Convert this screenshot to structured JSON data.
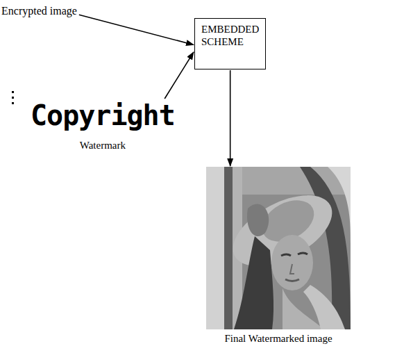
{
  "diagram": {
    "nodes": [
      {
        "text": [
          "Encrypted image"
        ]
      },
      {
        "text": [
          "EMBEDDED SCHEME"
        ]
      },
      {
        "text": [
          "Copyright",
          "Watermark"
        ]
      },
      {
        "text": [
          "Final Watermarked image"
        ]
      }
    ],
    "edges": [
      {
        "from": 0,
        "to": 1,
        "arrow": "to"
      },
      {
        "from": 2,
        "to": 1,
        "arrow": "to"
      },
      {
        "from": 1,
        "to": 3,
        "arrow": "to"
      }
    ]
  }
}
